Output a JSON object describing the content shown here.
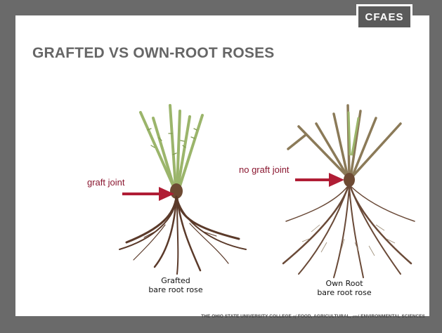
{
  "header": {
    "badge": "CFAES"
  },
  "slide": {
    "title": "GRAFTED VS OWN-ROOT ROSES"
  },
  "left_image": {
    "label": "graft joint",
    "caption_line1": "Grafted",
    "caption_line2": "bare root rose"
  },
  "right_image": {
    "label": "no graft joint",
    "caption_line1": "Own Root",
    "caption_line2": "bare root rose"
  },
  "footer": {
    "part1": "THE OHIO STATE UNIVERSITY COLLEGE ",
    "of": "of",
    "part2": " FOOD, AGRICULTURAL, ",
    "and": "and",
    "part3": " ENVIRONMENTAL SCIENCES"
  },
  "colors": {
    "frame": "#6a6a6a",
    "arrow": "#b01d35",
    "cane": "#9bb56b",
    "root": "#5b3a2a"
  }
}
